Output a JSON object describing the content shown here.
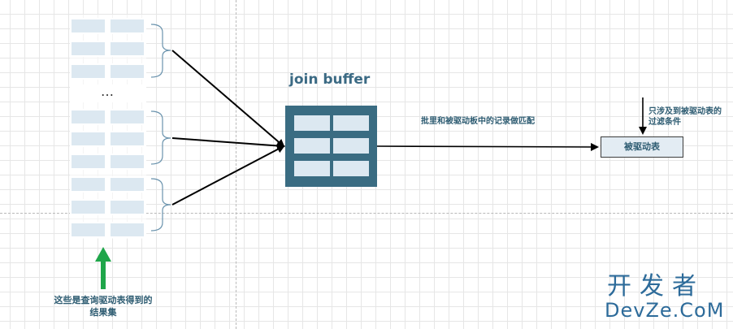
{
  "diagram": {
    "join_buffer_title": "join buffer",
    "ellipsis": "…",
    "batch_match_label": "批里和被驱动板中的记录做匹配",
    "driven_table_label": "被驱动表",
    "filter_label": "只涉及到被驱动表的过滤条件",
    "result_set_label": "这些是查询驱动表得到的结果集"
  },
  "watermark": {
    "line1": "开发者",
    "line2": "DevZe.CoM"
  },
  "colors": {
    "buffer_fill": "#3a6c82",
    "cell_fill": "#dce8f1",
    "label_text": "#2e5c72",
    "up_arrow": "#1fa64a",
    "watermark": "#2d6b9a"
  }
}
